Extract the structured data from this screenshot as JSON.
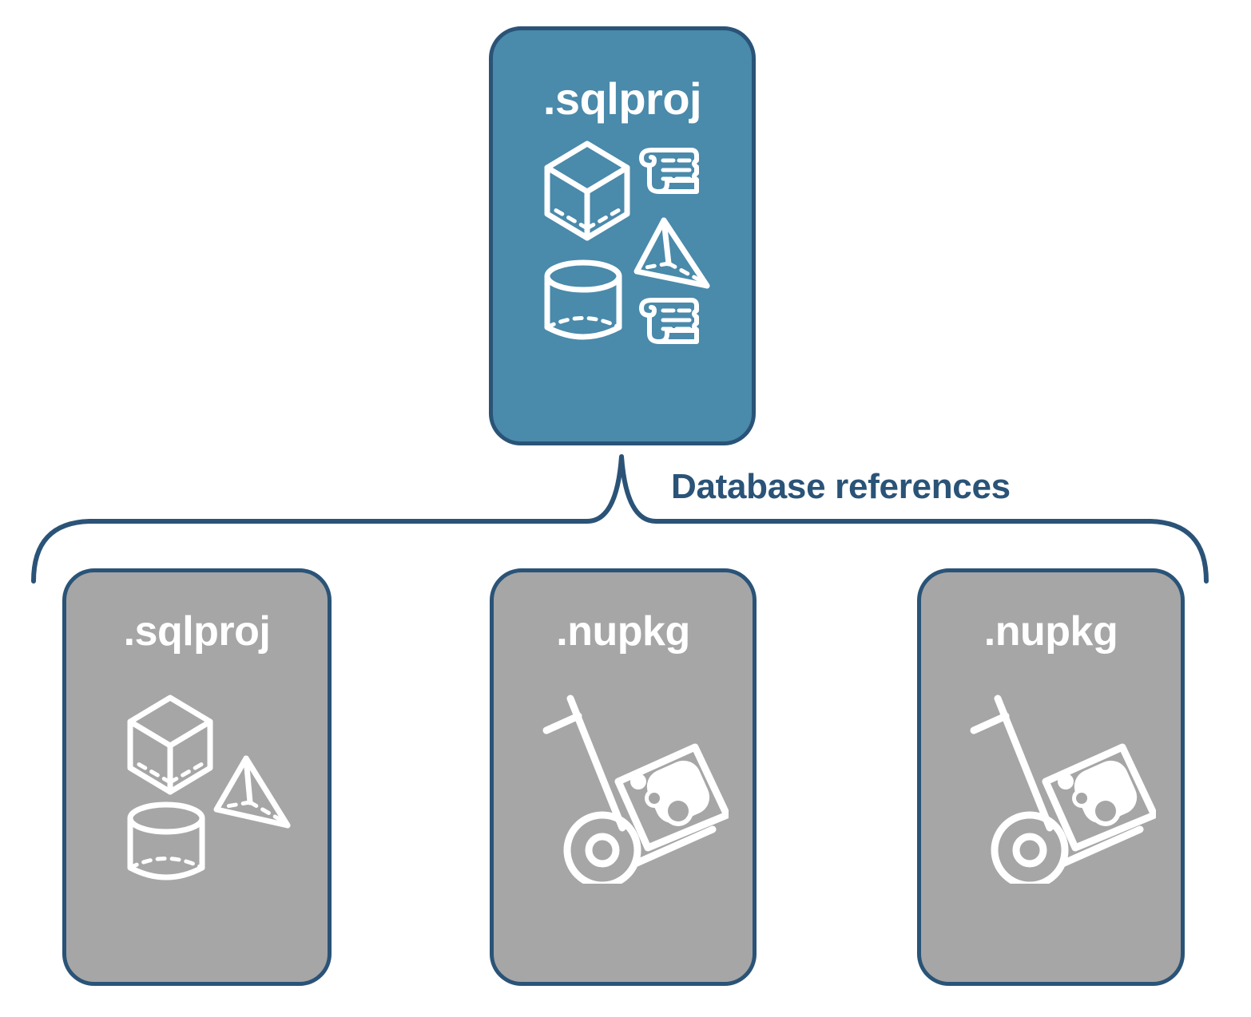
{
  "diagram": {
    "title": "Database references",
    "type": "hierarchy",
    "colors": {
      "primary_card_fill": "#4a8aab",
      "reference_card_fill": "#a6a6a6",
      "outline": "#2a5377",
      "label_text": "#2a5377",
      "icon_stroke": "#ffffff",
      "background": "#ffffff"
    },
    "root": {
      "label": ".sqlproj",
      "icons": [
        "cube-icon",
        "scroll-icon",
        "pyramid-icon",
        "cylinder-icon",
        "scroll-icon"
      ]
    },
    "connector": {
      "label": "Database references",
      "style": "curly-brace",
      "direction": "root-to-children"
    },
    "children": [
      {
        "label": ".sqlproj",
        "icons": [
          "cube-icon",
          "pyramid-icon",
          "cylinder-icon"
        ]
      },
      {
        "label": ".nupkg",
        "icons": [
          "nuget-package-icon"
        ]
      },
      {
        "label": ".nupkg",
        "icons": [
          "nuget-package-icon"
        ]
      }
    ]
  }
}
